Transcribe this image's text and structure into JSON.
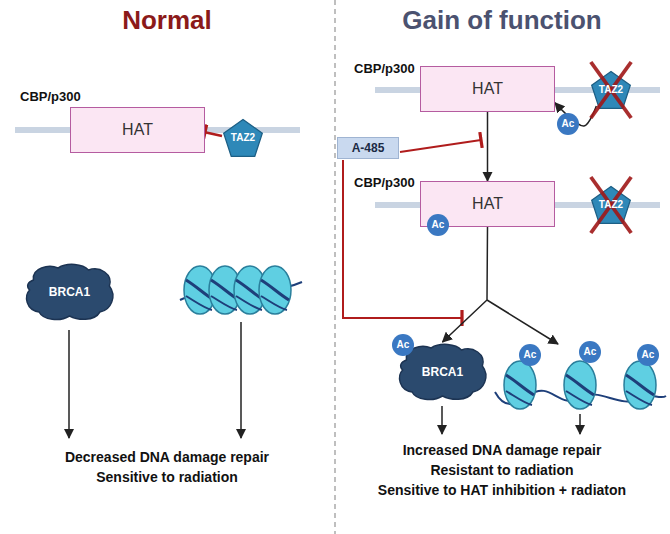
{
  "diagram": {
    "nodes": [
      {
        "text": [
          "HAT"
        ]
      },
      {
        "text": [
          "TAZ2"
        ]
      },
      {
        "text": [
          "BRCA1"
        ]
      },
      {
        "text": [
          "HAT"
        ]
      },
      {
        "text": [
          "TAZ2"
        ]
      },
      {
        "text": [
          "Ac"
        ]
      },
      {
        "text": [
          "A-485"
        ]
      },
      {
        "text": [
          "HAT"
        ]
      },
      {
        "text": [
          "Ac"
        ]
      },
      {
        "text": [
          "TAZ2"
        ]
      },
      {
        "text": [
          "BRCA1"
        ]
      },
      {
        "text": [
          "Ac"
        ]
      },
      {
        "text": [
          "Ac"
        ]
      },
      {
        "text": [
          "Ac"
        ]
      },
      {
        "text": [
          "Ac"
        ]
      }
    ],
    "edges": [
      {
        "from": 1,
        "to": 0,
        "arrow": "to"
      },
      {
        "from": 4,
        "to": 3,
        "arrow": "to"
      },
      {
        "from": 3,
        "to": 7,
        "arrow": "to"
      },
      {
        "from": 7,
        "to": 10,
        "arrow": "to"
      }
    ],
    "labels": [
      "Normal",
      "Gain of function",
      "CBP/p300",
      "Decreased DNA damage repair",
      "Sensitive to radiation",
      "CBP/p300",
      "CBP/p300",
      "Increased DNA damage repair",
      "Resistant to radiation",
      "Sensitive to HAT inhibition + radiaton"
    ]
  }
}
